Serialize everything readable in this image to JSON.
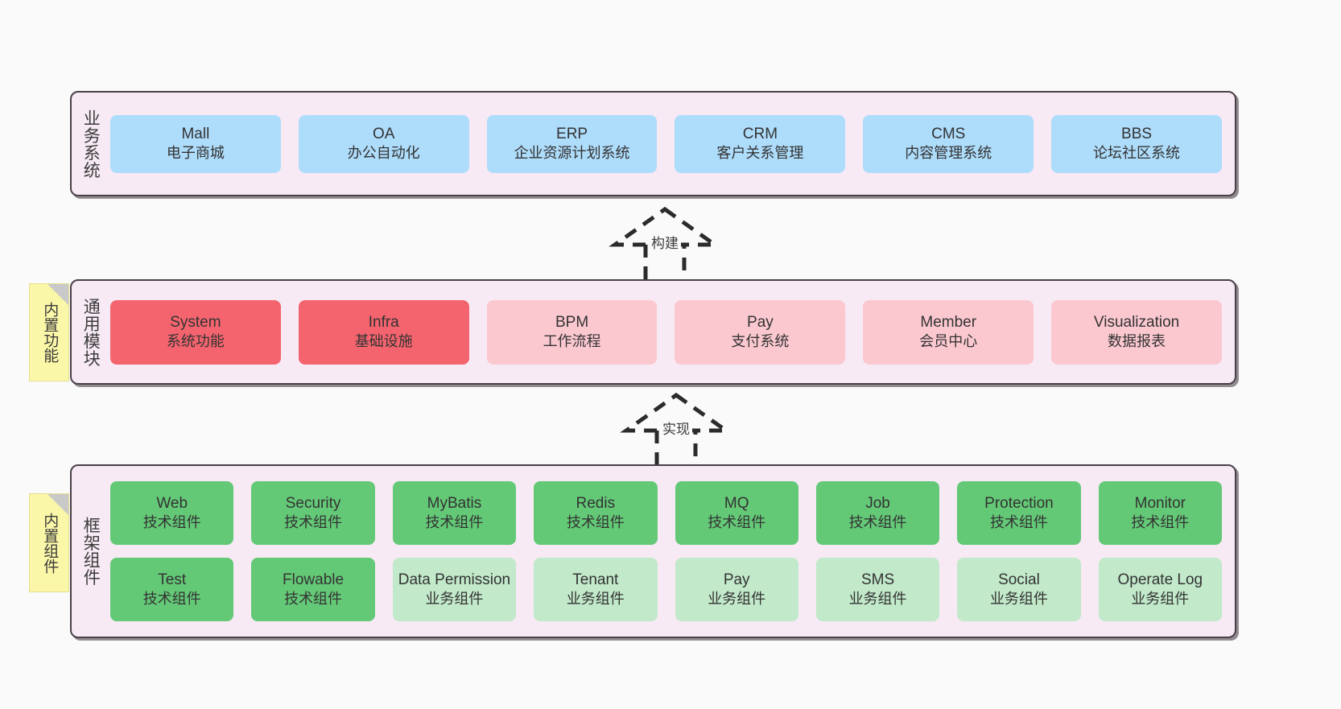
{
  "diagram": {
    "title": "ruoyi-vue-pro architecture layers",
    "background": "#fafafa",
    "panel_bg": "#f7eaf4",
    "panel_border": "#4a4048"
  },
  "notes": [
    {
      "name": "builtin-function-note",
      "label": "内置功能"
    },
    {
      "name": "builtin-component-note",
      "label": "内置组件"
    }
  ],
  "connectors": [
    {
      "name": "build-connector",
      "label": "构建",
      "style": "dashed-generalization-up"
    },
    {
      "name": "realize-connector",
      "label": "实现",
      "style": "dashed-generalization-up"
    }
  ],
  "sections": {
    "business": {
      "label": "业务系统",
      "color": "#aedcfb",
      "rows": [
        [
          {
            "en": "Mall",
            "cn": "电子商城",
            "color": "#aedcfb"
          },
          {
            "en": "OA",
            "cn": "办公自动化",
            "color": "#aedcfb"
          },
          {
            "en": "ERP",
            "cn": "企业资源计划系统",
            "color": "#aedcfb"
          },
          {
            "en": "CRM",
            "cn": "客户关系管理",
            "color": "#aedcfb"
          },
          {
            "en": "CMS",
            "cn": "内容管理系统",
            "color": "#aedcfb"
          },
          {
            "en": "BBS",
            "cn": "论坛社区系统",
            "color": "#aedcfb"
          }
        ]
      ]
    },
    "common": {
      "label": "通用模块",
      "rows": [
        [
          {
            "en": "System",
            "cn": "系统功能",
            "color": "#f4646e"
          },
          {
            "en": "Infra",
            "cn": "基础设施",
            "color": "#f4646e"
          },
          {
            "en": "BPM",
            "cn": "工作流程",
            "color": "#fbc8d0"
          },
          {
            "en": "Pay",
            "cn": "支付系统",
            "color": "#fbc8d0"
          },
          {
            "en": "Member",
            "cn": "会员中心",
            "color": "#fbc8d0"
          },
          {
            "en": "Visualization",
            "cn": "数据报表",
            "color": "#fbc8d0"
          }
        ]
      ]
    },
    "framework": {
      "label": "框架组件",
      "rows": [
        [
          {
            "en": "Web",
            "cn": "技术组件",
            "color": "#64c977"
          },
          {
            "en": "Security",
            "cn": "技术组件",
            "color": "#64c977"
          },
          {
            "en": "MyBatis",
            "cn": "技术组件",
            "color": "#64c977"
          },
          {
            "en": "Redis",
            "cn": "技术组件",
            "color": "#64c977"
          },
          {
            "en": "MQ",
            "cn": "技术组件",
            "color": "#64c977"
          },
          {
            "en": "Job",
            "cn": "技术组件",
            "color": "#64c977"
          },
          {
            "en": "Protection",
            "cn": "技术组件",
            "color": "#64c977"
          },
          {
            "en": "Monitor",
            "cn": "技术组件",
            "color": "#64c977"
          }
        ],
        [
          {
            "en": "Test",
            "cn": "技术组件",
            "color": "#64c977"
          },
          {
            "en": "Flowable",
            "cn": "技术组件",
            "color": "#64c977"
          },
          {
            "en": "Data Permission",
            "cn": "业务组件",
            "color": "#c2e9ca"
          },
          {
            "en": "Tenant",
            "cn": "业务组件",
            "color": "#c2e9ca"
          },
          {
            "en": "Pay",
            "cn": "业务组件",
            "color": "#c2e9ca"
          },
          {
            "en": "SMS",
            "cn": "业务组件",
            "color": "#c2e9ca"
          },
          {
            "en": "Social",
            "cn": "业务组件",
            "color": "#c2e9ca"
          },
          {
            "en": "Operate Log",
            "cn": "业务组件",
            "color": "#c2e9ca"
          }
        ]
      ]
    }
  }
}
